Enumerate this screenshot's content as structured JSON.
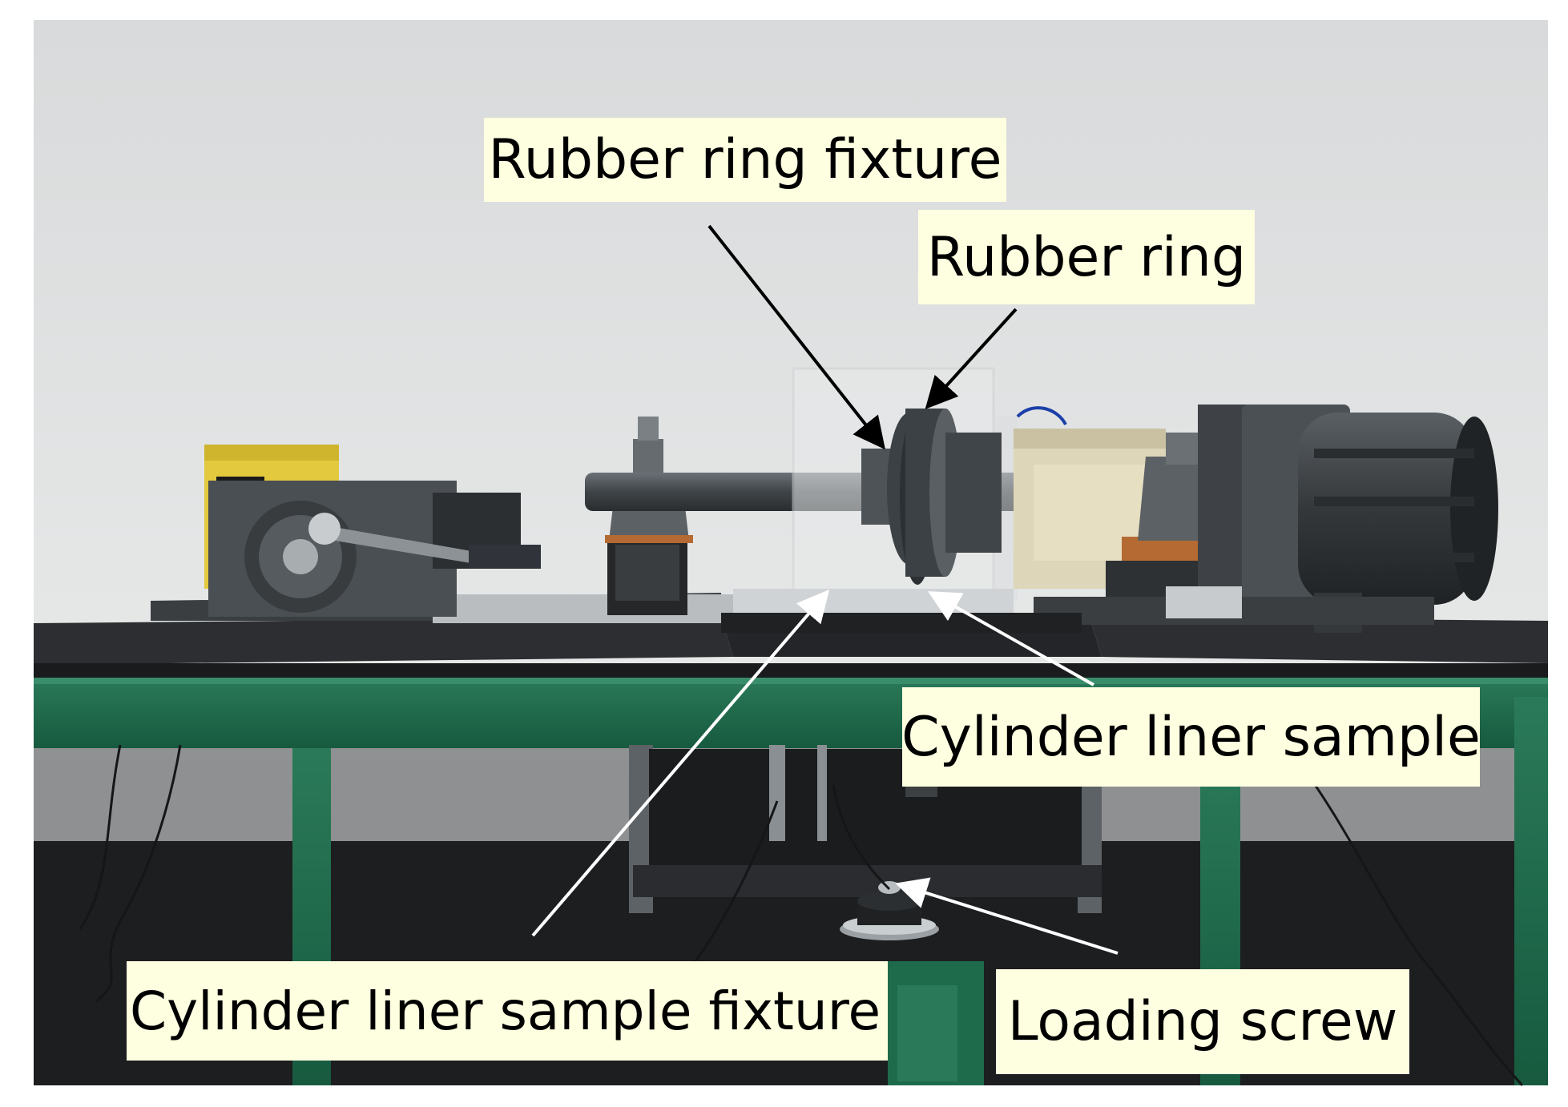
{
  "figure": {
    "labels": {
      "rubber_ring_fixture": "Rubber ring fixture",
      "rubber_ring": "Rubber ring",
      "cylinder_liner_sample": "Cylinder liner sample",
      "cylinder_liner_sample_fixture": "Cylinder liner sample fixture",
      "loading_screw": "Loading screw"
    },
    "colors": {
      "label_background": "#fefee0",
      "wall": "#e3e5e6",
      "table_frame_green": "#1f6a4c",
      "table_top": "#2e3033",
      "machine_metal": "#4a5055",
      "arrow_black": "#000000",
      "arrow_white": "#ffffff"
    }
  }
}
